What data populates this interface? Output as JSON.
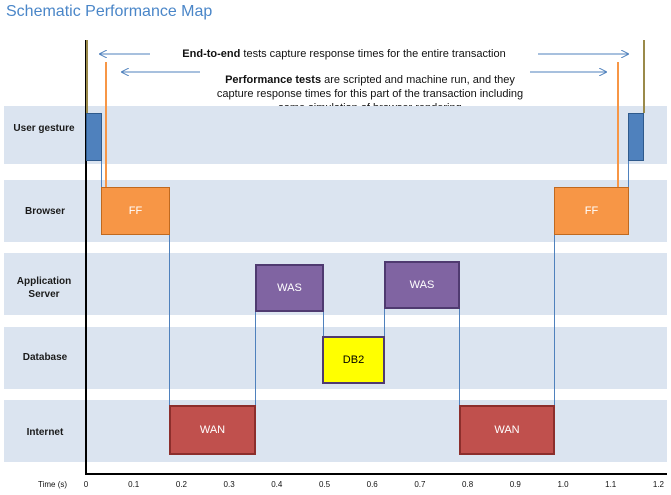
{
  "title": "Schematic Performance Map",
  "annotations": {
    "end_to_end_bold": "End-to-end",
    "end_to_end_rest": " tests capture response times for the entire transaction",
    "perf_bold": "Performance tests",
    "perf_line1_rest": " are scripted and machine run, and they",
    "perf_line2": "capture response times for this part of the transaction including",
    "perf_line3": "some simulation  of browser rendering"
  },
  "lanes": {
    "user_gesture": "User gesture",
    "browser": "Browser",
    "app_server": "Application Server",
    "database": "Database",
    "internet": "Internet"
  },
  "blocks": {
    "ff_left": "FF",
    "ff_right": "FF",
    "was_left": "WAS",
    "was_right": "WAS",
    "db2": "DB2",
    "wan_left": "WAN",
    "wan_right": "WAN"
  },
  "axis": {
    "label": "Time (s)",
    "ticks": [
      "0",
      "0.1",
      "0.2",
      "0.3",
      "0.4",
      "0.5",
      "0.6",
      "0.7",
      "0.8",
      "0.9",
      "1.0",
      "1.1",
      "1.2"
    ]
  },
  "colors": {
    "lane_bg": "#dbe4f0",
    "ff": "#f79646",
    "was": "#8064a2",
    "db2": "#ffff00",
    "wan": "#c0504d",
    "gesture": "#4f81bd",
    "title": "#4a86c8"
  }
}
